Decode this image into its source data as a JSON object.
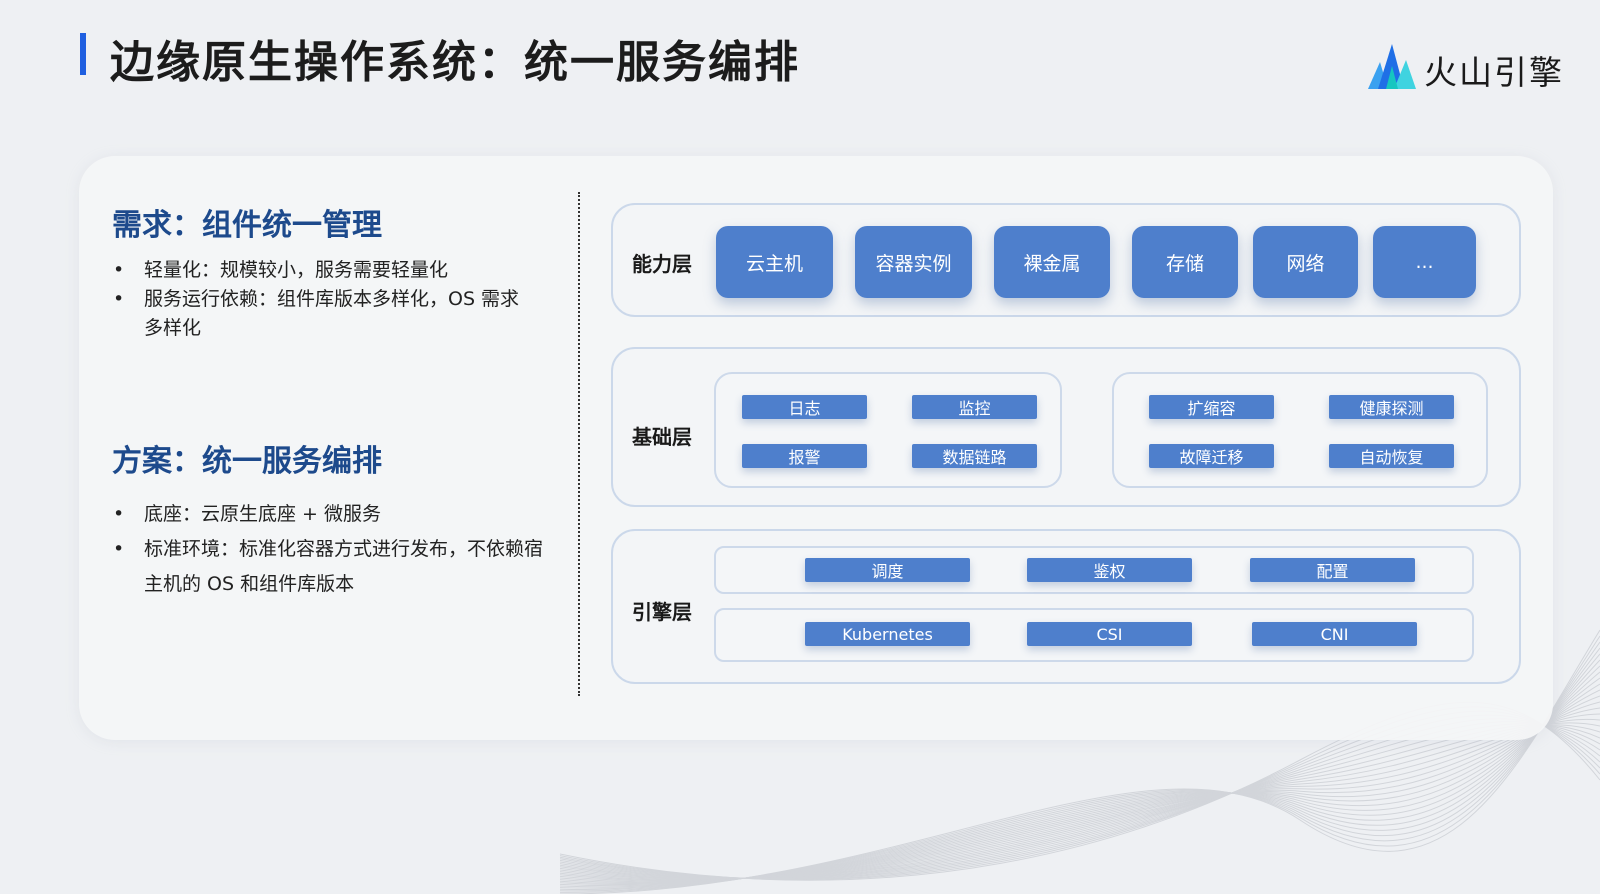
{
  "header": {
    "title": "边缘原生操作系统：统一服务编排",
    "logo_text": "火山引擎",
    "logo_icon": "volcano-mountain-icon"
  },
  "left": {
    "need_title": "需求：组件统一管理",
    "need_bullets": [
      "轻量化：规模较小，服务需要轻量化",
      "服务运行依赖：组件库版本多样化，OS 需求多样化"
    ],
    "plan_title": "方案：统一服务编排",
    "plan_bullets": [
      "底座：云原生底座 + 微服务",
      "标准环境：标准化容器方式进行发布，不依赖宿主机的 OS 和组件库版本"
    ]
  },
  "diagram": {
    "capability": {
      "label": "能力层",
      "items": [
        "云主机",
        "容器实例",
        "裸金属",
        "存储",
        "网络",
        "..."
      ]
    },
    "foundation": {
      "label": "基础层",
      "group_a": [
        "日志",
        "监控",
        "报警",
        "数据链路"
      ],
      "group_b": [
        "扩缩容",
        "健康探测",
        "故障迁移",
        "自动恢复"
      ]
    },
    "engine": {
      "label": "引擎层",
      "row_1": [
        "调度",
        "鉴权",
        "配置"
      ],
      "row_2": [
        "Kubernetes",
        "CSI",
        "CNI"
      ]
    }
  },
  "colors": {
    "accent": "#1f5fe0",
    "heading": "#1d4a8c",
    "chip": "#4e7fcc",
    "frame": "#cbd8ea",
    "background": "#eef0f3"
  }
}
